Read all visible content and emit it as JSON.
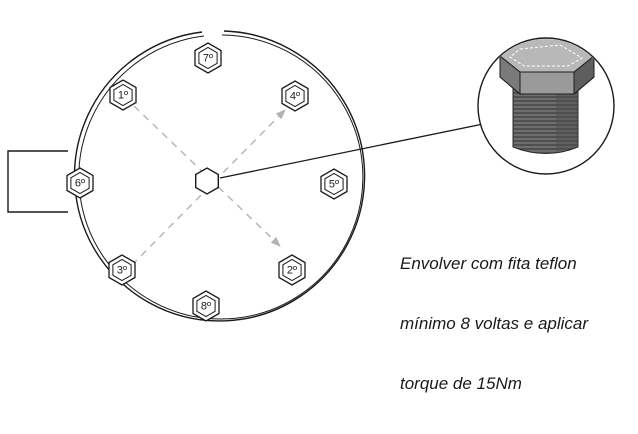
{
  "bolts": [
    {
      "id": "1",
      "label": "1º"
    },
    {
      "id": "2",
      "label": "2º"
    },
    {
      "id": "3",
      "label": "3º"
    },
    {
      "id": "4",
      "label": "4º"
    },
    {
      "id": "5",
      "label": "5º"
    },
    {
      "id": "6",
      "label": "6º"
    },
    {
      "id": "7",
      "label": "7º"
    },
    {
      "id": "8",
      "label": "8º"
    }
  ],
  "caption": {
    "line1": "Envolver com fita teflon",
    "line2": "mínimo 8 voltas e aplicar",
    "line3": "torque de 15Nm"
  },
  "colors": {
    "outline": "#1a1a1a",
    "arrow": "#b3b3b3",
    "plug_body": "#7a7a7a"
  }
}
